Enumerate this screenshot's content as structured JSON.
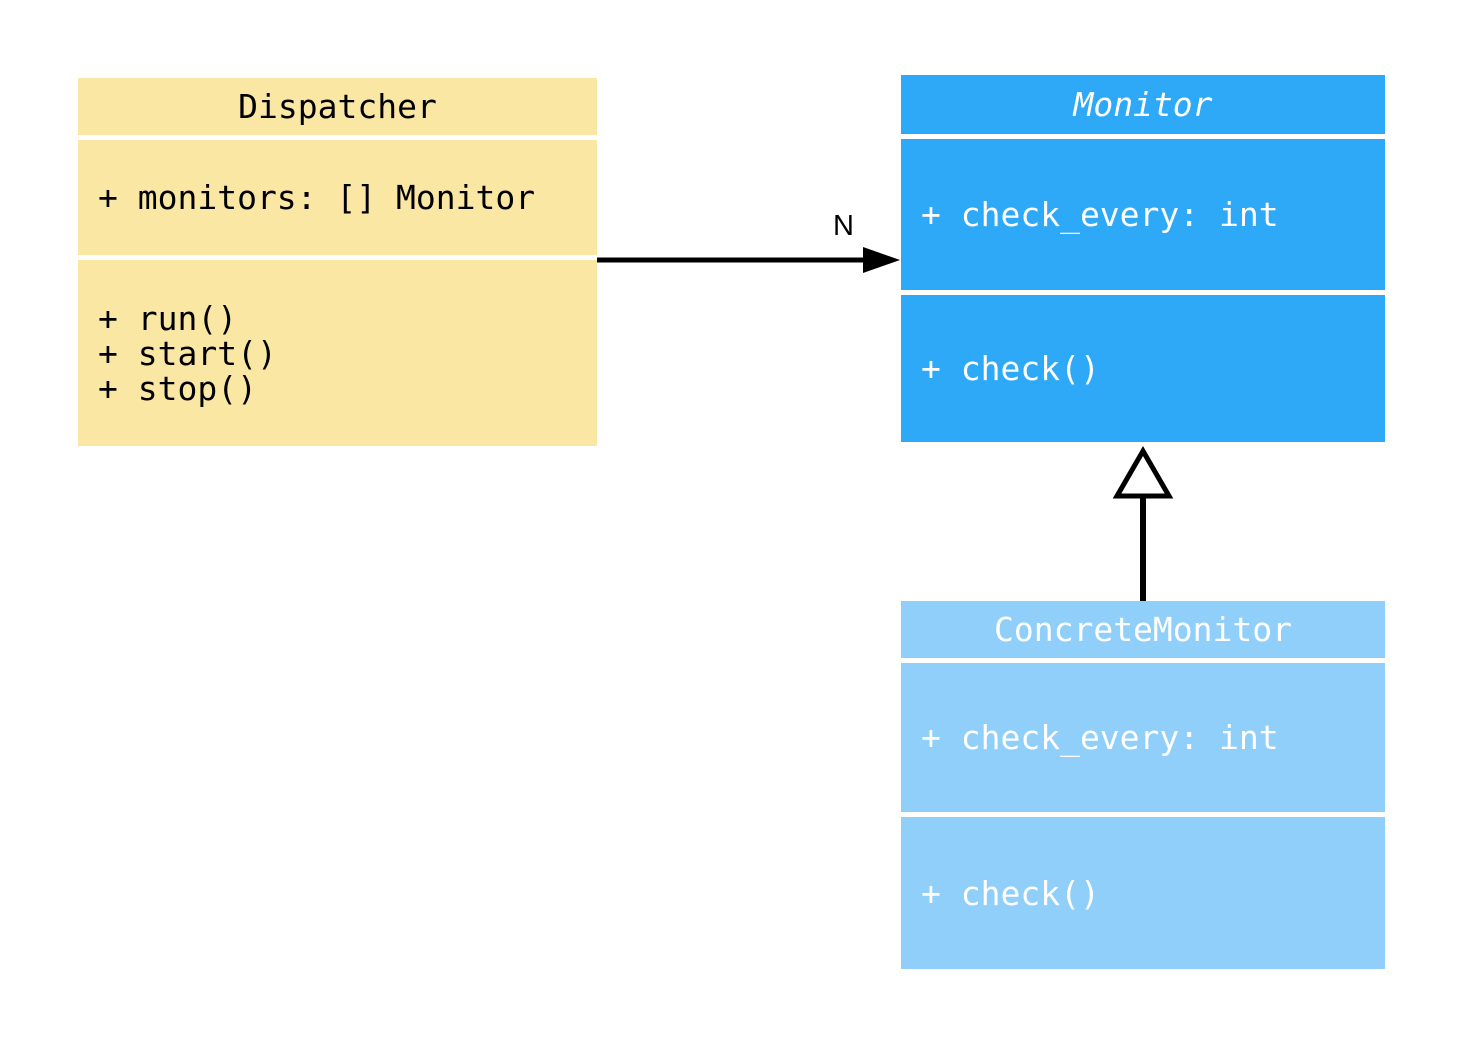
{
  "diagram": {
    "type": "uml-class-diagram",
    "background_color": "#ffffff",
    "classes": [
      {
        "name": "Dispatcher",
        "abstract": false,
        "fill": "#FAE7A4",
        "text_color": "#000000",
        "attributes": [
          "+ monitors: [] Monitor"
        ],
        "methods": [
          "+ run()",
          "+ start()",
          "+ stop()"
        ]
      },
      {
        "name": "Monitor",
        "abstract": true,
        "fill": "#2EA9F7",
        "text_color": "#ffffff",
        "attributes": [
          "+ check_every: int"
        ],
        "methods": [
          "+ check()"
        ]
      },
      {
        "name": "ConcreteMonitor",
        "abstract": false,
        "fill": "#90CFFA",
        "text_color": "#ffffff",
        "attributes": [
          "+ check_every: int"
        ],
        "methods": [
          "+ check()"
        ]
      }
    ],
    "relations": [
      {
        "type": "association",
        "from": "Dispatcher",
        "to": "Monitor",
        "label": "N",
        "line_color": "#000000"
      },
      {
        "type": "inheritance",
        "from": "ConcreteMonitor",
        "to": "Monitor",
        "line_color": "#000000"
      }
    ]
  }
}
